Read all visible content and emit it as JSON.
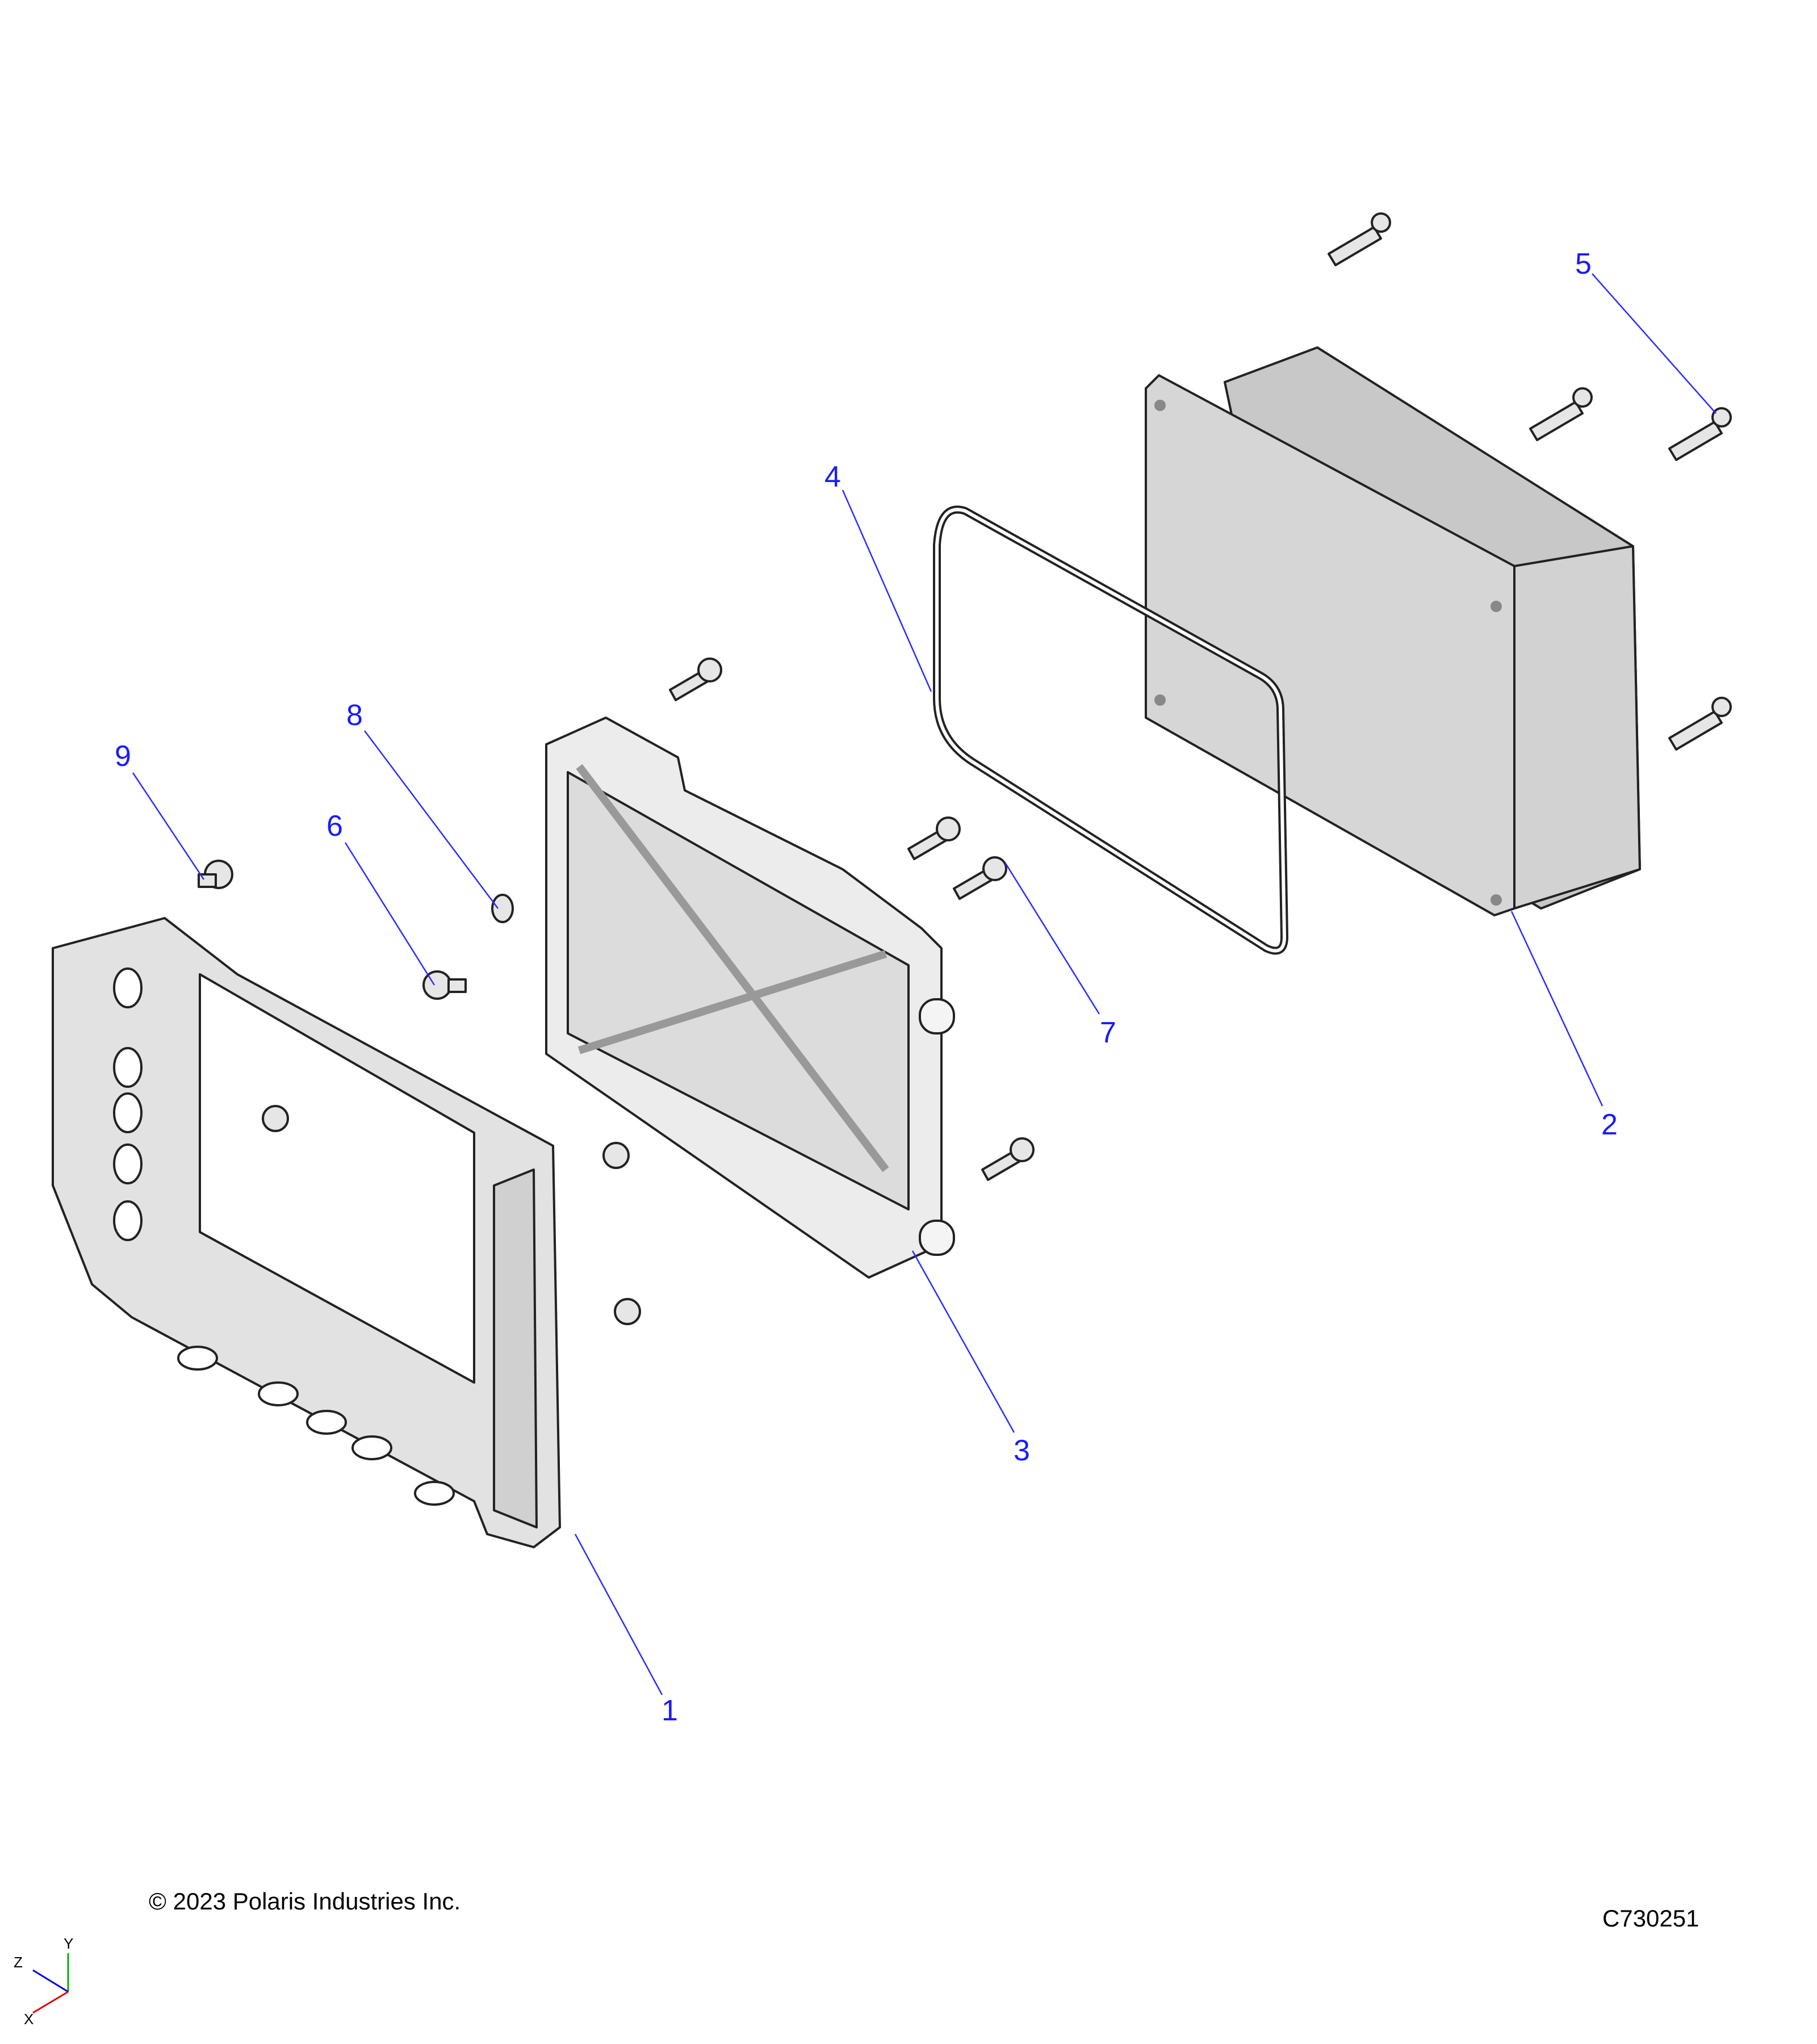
{
  "diagram": {
    "callouts": [
      "1",
      "2",
      "3",
      "4",
      "5",
      "6",
      "7",
      "8",
      "9"
    ],
    "copyright": "© 2023 Polaris Industries Inc.",
    "drawing_number": "C730251",
    "axes": {
      "x": "X",
      "y": "Y",
      "z": "Z"
    },
    "colors": {
      "callout": "#1a1aff",
      "part_fill": "#d9d9d9",
      "x_axis": "#e00000",
      "y_axis": "#00b000",
      "z_axis": "#0000e0"
    }
  }
}
